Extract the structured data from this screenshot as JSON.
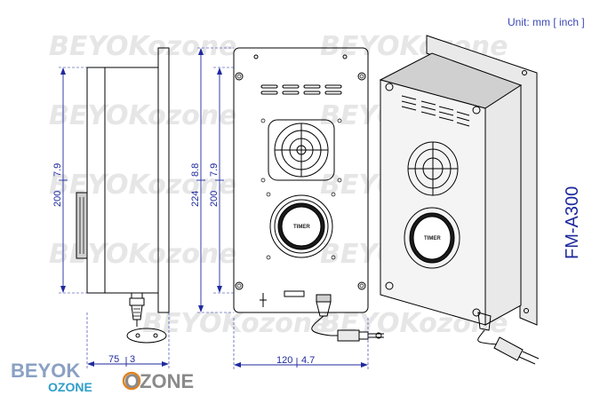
{
  "unit_label": "Unit: mm [ inch ]",
  "model": "FM-A300",
  "watermark": "BEYOKozone",
  "timer_label": "TIMER",
  "logo": {
    "part1": "BEYOK",
    "part2": "OZONE",
    "part3": "OZONE"
  },
  "dimensions": {
    "side_height_mm": "200",
    "side_height_in": "7.9",
    "front_outer_mm": "224",
    "front_outer_in": "8.8",
    "front_inner_mm": "200",
    "front_inner_in": "7.9",
    "depth_mm": "75",
    "depth_in": "3",
    "width_mm": "120",
    "width_in": "4.7"
  }
}
